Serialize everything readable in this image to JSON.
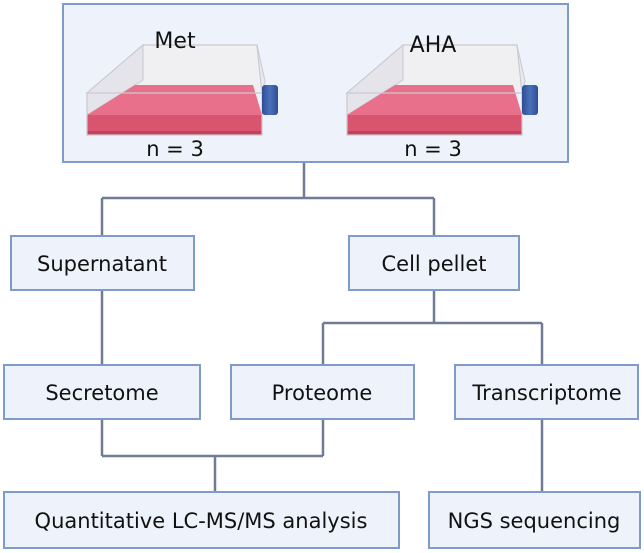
{
  "colors": {
    "box_fill": "#EEF2FA",
    "box_stroke": "#7F9BCB",
    "connector": "#707C96",
    "flask_liquid": "#D9546E",
    "flask_glass": "#E6E6EA",
    "flask_cap": "#3F63A8"
  },
  "conditions": [
    {
      "label": "Met",
      "n": "n = 3"
    },
    {
      "label": "AHA",
      "n": "n = 3"
    }
  ],
  "fractions": {
    "supernatant": "Supernatant",
    "cell_pellet": "Cell pellet"
  },
  "omics": {
    "secretome": "Secretome",
    "proteome": "Proteome",
    "transcriptome": "Transcriptome"
  },
  "analyses": {
    "lcms": "Quantitative LC-MS/MS analysis",
    "ngs": "NGS sequencing"
  }
}
